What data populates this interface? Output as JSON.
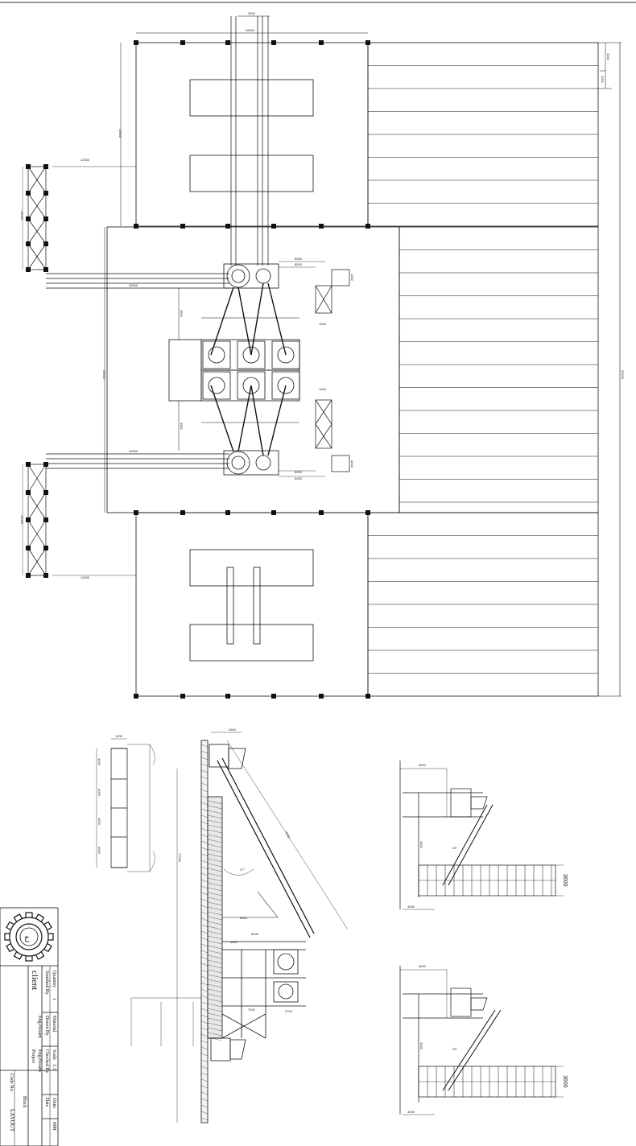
{
  "title_block": {
    "client_label": "client",
    "quantity_label": "Quantity",
    "quantity_value": "1",
    "material_label": "Material",
    "scale_label": "Scale",
    "scale_value": "1:1",
    "units_label": "Units",
    "units_value": "MM",
    "standard_by_label": "Standard By",
    "drawn_by_label": "Drawn By",
    "drawn_by_value": "Eng.Hesam",
    "checked_by_label": "Checked By",
    "checked_by_value": "Eng.Hesam",
    "date_label": "Date",
    "project_label": "Project",
    "code_no_label": "Code No.",
    "block_label": "Block",
    "sheet_title": "LAYOUT"
  },
  "dimensions": {
    "plan_top": "26000",
    "plan_top_small": "3000",
    "plan_right_small_1": "3000",
    "plan_right_small_2": "2000",
    "plan_left_mid": "14000",
    "plan_left_wall": "50000",
    "plan_right_total": "90000",
    "plan_upper_h": "15000",
    "plan_lower_h": "15000",
    "plan_arm_upper": "20000",
    "plan_arm_lower": "20000",
    "plan_arm_upper_2": "12000",
    "plan_arm_lower_2": "12000",
    "hopper_top": "6000",
    "hopper_top_2": "8000",
    "hopper_bot": "6000",
    "hopper_bot_2": "8000",
    "hopper_side": "3500",
    "hopper_side_2": "3500",
    "bin_small": "1000",
    "bin_small_2": "1000",
    "elev_top": "2600",
    "elev_incline": "4700",
    "elev_height": "17000",
    "elev_angle": "27°",
    "elev_bottom": "7010",
    "elev_bottom_2": "2700",
    "elev_mid_1": "6000",
    "elev_mid_2": "6000",
    "elev_mid_3": "4000",
    "rack_top": "1000",
    "rack_a": "4000",
    "rack_b": "4000",
    "rack_c": "4000",
    "rack_d": "4000",
    "side1_top": "6000",
    "side1_h": "3000",
    "side1_len": "3600",
    "side1_angle": "25°",
    "side1_bottom": "4000",
    "side2_top": "6000",
    "side2_h": "3000",
    "side2_len": "3600",
    "side2_angle": "25°",
    "side2_bottom": "4000",
    "misc_1": "1000",
    "misc_2": "1000"
  },
  "icons": {
    "logo": "gear-logo-icon"
  }
}
